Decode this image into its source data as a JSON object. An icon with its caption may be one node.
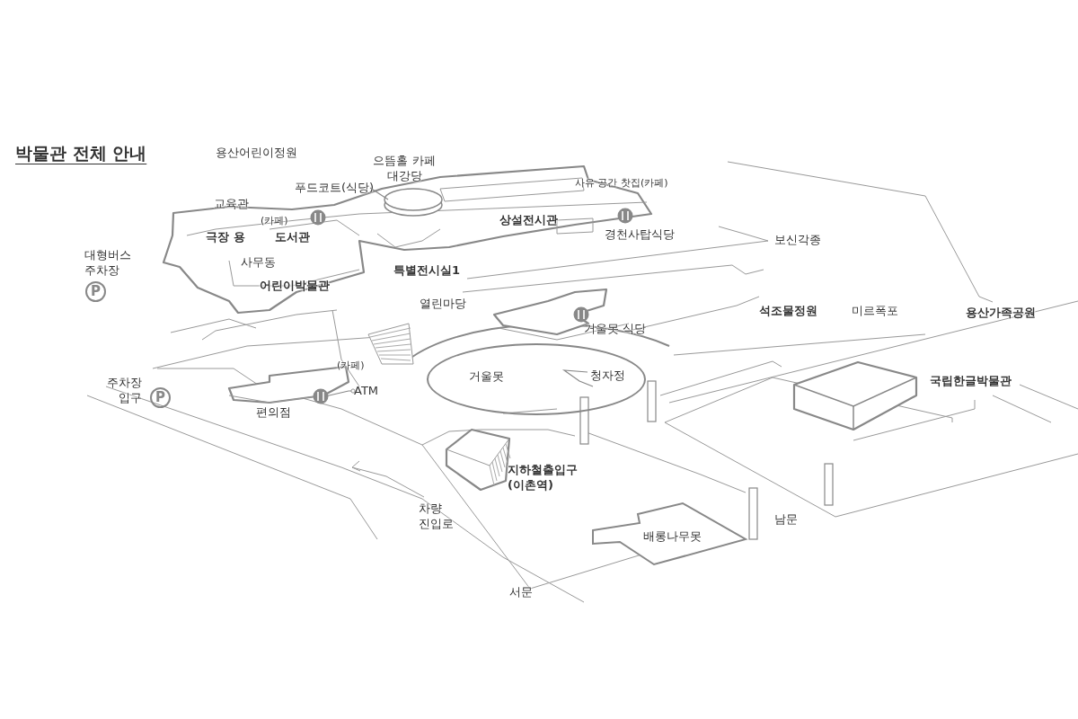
{
  "diagram": {
    "title": "박물관 전체 안내",
    "nodes": [
      {
        "text": [
          "푸드코트(식당)"
        ]
      },
      {
        "text": [
          "ATM"
        ]
      },
      {
        "text": [
          "거울못"
        ]
      },
      {
        "text": [
          "청자정"
        ],
        "in": 2
      },
      {
        "text": [
          "배롱나무못"
        ]
      }
    ],
    "edges": [
      {
        "from": 0,
        "to": null,
        "arrow": "none"
      },
      {
        "from": 1,
        "to": null,
        "arrow": "other"
      },
      {
        "from": 3,
        "to": null,
        "arrow": "none"
      }
    ],
    "labels": [
      "용산어린이정원",
      "으뜸홀 카페 대강당",
      "사유 공간 찻집(카페)",
      "교육관",
      "(카페)",
      "극장 용",
      "도서관",
      "상설전시관",
      "경천사탑식당",
      "보신각종",
      "대형버스 주차장",
      "P",
      "사무동",
      "어린이박물관",
      "특별전시실1",
      "열린마당",
      "석조물정원",
      "미르폭포",
      "용산가족공원",
      "거울못 식당",
      "(카페)",
      "국립한글박물관",
      "주차장 입구",
      "P",
      "편의점",
      "지하철출입구 (이촌역)",
      "차량 진입로",
      "남문",
      "서문"
    ]
  }
}
